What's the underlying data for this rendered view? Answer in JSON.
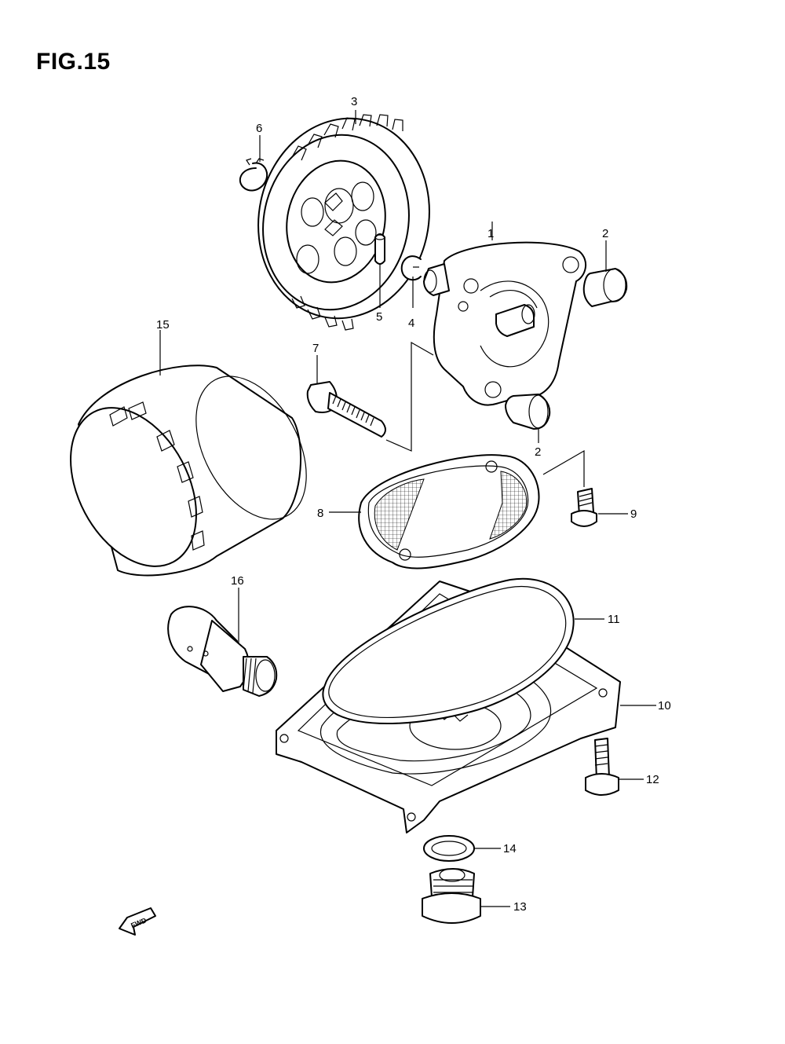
{
  "figure": {
    "title": "FIG.15"
  },
  "callouts": [
    {
      "id": "1",
      "label": "1"
    },
    {
      "id": "2a",
      "label": "2"
    },
    {
      "id": "2b",
      "label": "2"
    },
    {
      "id": "3",
      "label": "3"
    },
    {
      "id": "4",
      "label": "4"
    },
    {
      "id": "5",
      "label": "5"
    },
    {
      "id": "6",
      "label": "6"
    },
    {
      "id": "7",
      "label": "7"
    },
    {
      "id": "8",
      "label": "8"
    },
    {
      "id": "9",
      "label": "9"
    },
    {
      "id": "10",
      "label": "10"
    },
    {
      "id": "11",
      "label": "11"
    },
    {
      "id": "12",
      "label": "12"
    },
    {
      "id": "13",
      "label": "13"
    },
    {
      "id": "14",
      "label": "14"
    },
    {
      "id": "15",
      "label": "15"
    },
    {
      "id": "16",
      "label": "16"
    }
  ],
  "direction_marker": {
    "label": "FWD"
  }
}
